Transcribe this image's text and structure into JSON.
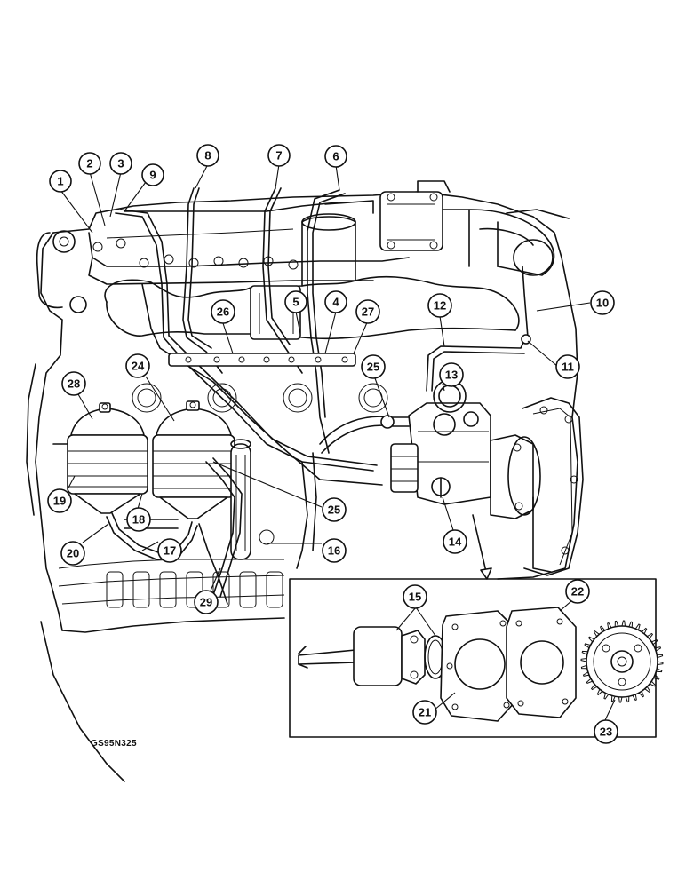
{
  "figure_code": "GS95N325",
  "callouts": [
    {
      "label": "1"
    },
    {
      "label": "2"
    },
    {
      "label": "3"
    },
    {
      "label": "9"
    },
    {
      "label": "8"
    },
    {
      "label": "7"
    },
    {
      "label": "6"
    },
    {
      "label": "10"
    },
    {
      "label": "26"
    },
    {
      "label": "5"
    },
    {
      "label": "4"
    },
    {
      "label": "27"
    },
    {
      "label": "12"
    },
    {
      "label": "11"
    },
    {
      "label": "28"
    },
    {
      "label": "24"
    },
    {
      "label": "25"
    },
    {
      "label": "13"
    },
    {
      "label": "19"
    },
    {
      "label": "18"
    },
    {
      "label": "25"
    },
    {
      "label": "20"
    },
    {
      "label": "17"
    },
    {
      "label": "16"
    },
    {
      "label": "14"
    },
    {
      "label": "29"
    },
    {
      "label": "15"
    },
    {
      "label": "22"
    },
    {
      "label": "21"
    },
    {
      "label": "23"
    }
  ]
}
